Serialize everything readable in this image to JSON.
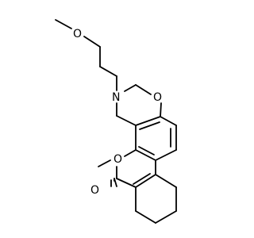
{
  "structure": {
    "atom_labels": {
      "methoxy_oxygen": "O",
      "nitrogen": "N",
      "ring_oxygen_oxazine": "O",
      "lactone_ring_oxygen": "O",
      "carbonyl_oxygen": "O"
    },
    "colors": {
      "bond": "#000000",
      "label": "#000000",
      "background": "#ffffff"
    }
  }
}
